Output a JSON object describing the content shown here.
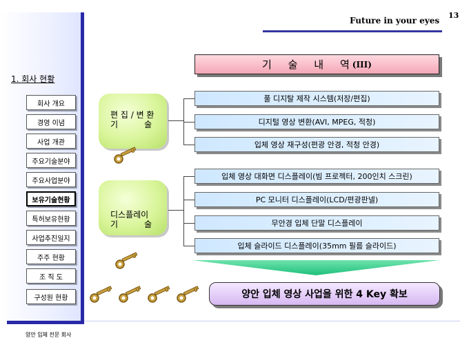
{
  "header": {
    "title": "Future in your eyes",
    "page_number": "13"
  },
  "sidebar": {
    "heading": "1. 회사 현황",
    "items": [
      {
        "label": "회사 개요"
      },
      {
        "label": "경영 이념"
      },
      {
        "label": "사업 개관"
      },
      {
        "label": "주요기술분야"
      },
      {
        "label": "주요사업분야"
      },
      {
        "label": "보유기술현황",
        "active": true
      },
      {
        "label": "특허보유현황"
      },
      {
        "label": "사업추진일지"
      },
      {
        "label": "주주 현황"
      },
      {
        "label": "조 직 도"
      },
      {
        "label": "구성원 현황"
      }
    ]
  },
  "main": {
    "title": "기     술     내     역",
    "title_suffix": "(III)",
    "categories": [
      {
        "label": "편 집 / 변 환\n기          술",
        "items": [
          "풀 디지탈 제작 시스템(저장/편집)",
          "디지털 영상 변환(AVI, MPEG, 적청)",
          "입체 영상 재구성(편광 안경, 적청 안경)"
        ]
      },
      {
        "label": "디스플레이\n기          술",
        "items": [
          "입체 영상 대화면 디스플레이(빔 프로젝터, 200인치 스크린)",
          "PC 모니터 디스플레이(LCD/편광판넬)",
          "무안경 입체 단말 디스플레이",
          "입체 슬라이드 디스플레이(35mm 필름 슬라이드)"
        ]
      }
    ],
    "result": "양안 입체 영상 사업을 위한 4 Key  확보"
  },
  "footer": {
    "text": "양안 입체 전문 회사"
  },
  "colors": {
    "accent_blue": "#2929a8",
    "title_pink": "#f3a7b5",
    "category_green": "#c8ea80",
    "item_blue": "#d6ecff",
    "result_purple": "#d7b8f2",
    "arrow_green": "#1ec07a"
  }
}
